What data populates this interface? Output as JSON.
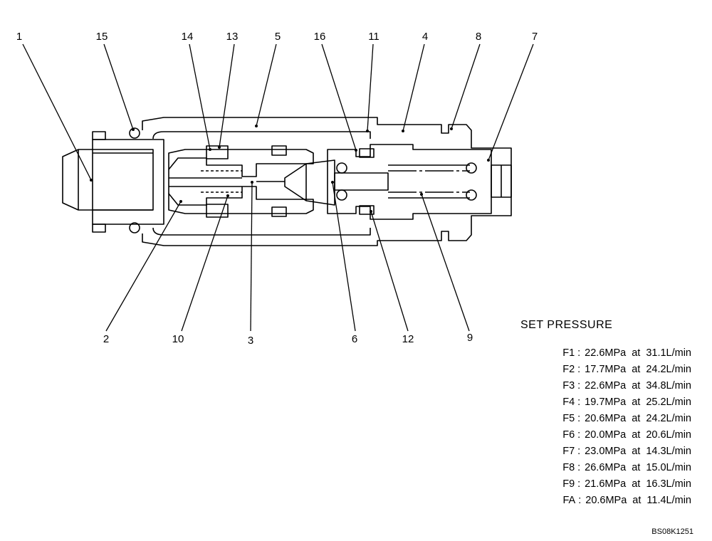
{
  "callouts": {
    "c1": "1",
    "c2": "2",
    "c3": "3",
    "c4": "4",
    "c5": "5",
    "c6": "6",
    "c7": "7",
    "c8": "8",
    "c9": "9",
    "c10": "10",
    "c11": "11",
    "c12": "12",
    "c13": "13",
    "c14": "14",
    "c15": "15",
    "c16": "16"
  },
  "set_pressure": {
    "title": "SET PRESSURE",
    "rows": [
      {
        "code": "F1",
        "pressure": "22.6MPa",
        "at": "at",
        "flow": "31.1L/min"
      },
      {
        "code": "F2",
        "pressure": "17.7MPa",
        "at": "at",
        "flow": "24.2L/min"
      },
      {
        "code": "F3",
        "pressure": "22.6MPa",
        "at": "at",
        "flow": "34.8L/min"
      },
      {
        "code": "F4",
        "pressure": "19.7MPa",
        "at": "at",
        "flow": "25.2L/min"
      },
      {
        "code": "F5",
        "pressure": "20.6MPa",
        "at": "at",
        "flow": "24.2L/min"
      },
      {
        "code": "F6",
        "pressure": "20.0MPa",
        "at": "at",
        "flow": "20.6L/min"
      },
      {
        "code": "F7",
        "pressure": "23.0MPa",
        "at": "at",
        "flow": "14.3L/min"
      },
      {
        "code": "F8",
        "pressure": "26.6MPa",
        "at": "at",
        "flow": "15.0L/min"
      },
      {
        "code": "F9",
        "pressure": "21.6MPa",
        "at": "at",
        "flow": "16.3L/min"
      },
      {
        "code": "FA",
        "pressure": "20.6MPa",
        "at": "at",
        "flow": "11.4L/min"
      }
    ]
  },
  "drawing_code": "BS08K1251"
}
